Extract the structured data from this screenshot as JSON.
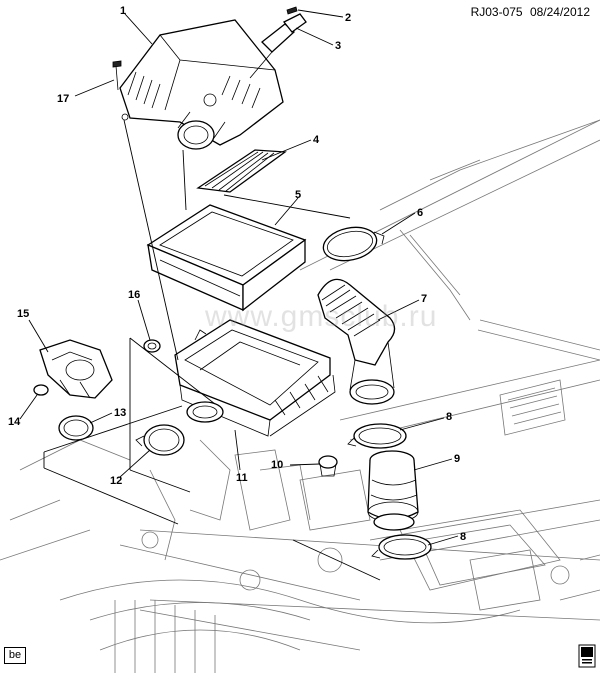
{
  "header": {
    "doc_code": "RJ03-075",
    "date": "08/24/2012"
  },
  "watermark": "www.gmsclub.ru",
  "badge": "be",
  "callouts": {
    "c1": "1",
    "c2": "2",
    "c3": "3",
    "c4": "4",
    "c5": "5",
    "c6": "6",
    "c7": "7",
    "c8a": "8",
    "c8b": "8",
    "c9": "9",
    "c10": "10",
    "c11": "11",
    "c12": "12",
    "c13": "13",
    "c14": "14",
    "c15": "15",
    "c16": "16",
    "c17": "17"
  },
  "icons": {
    "corner_logo": "document-logo-icon"
  }
}
